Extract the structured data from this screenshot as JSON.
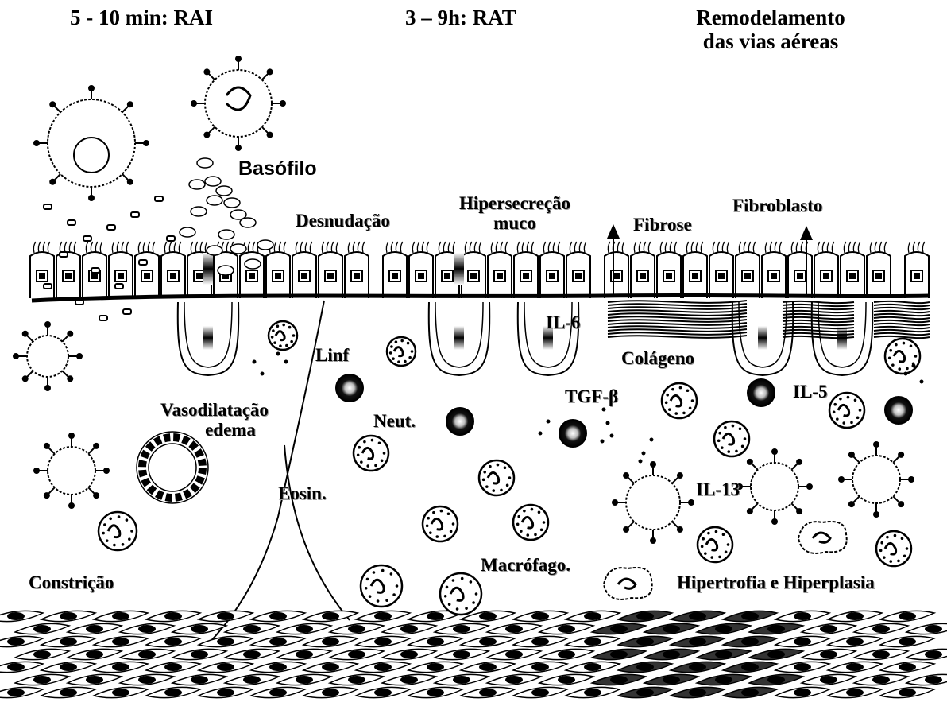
{
  "headers": {
    "rai": "5 - 10 min: RAI",
    "rat": "3 – 9h: RAT",
    "remodel_line1": "Remodelamento",
    "remodel_line2": "das vias aéreas"
  },
  "labels": {
    "basofilo": "Basófilo",
    "desnudacao": "Desnudação",
    "hipersecrecao_line1": "Hipersecreção",
    "hipersecrecao_line2": "muco",
    "fibrose": "Fibrose",
    "fibroblasto": "Fibroblasto",
    "il6": "IL-6",
    "colageno": "Colágeno",
    "linf": "Linf",
    "tgf": "TGF-β",
    "il5": "IL-5",
    "neut": "Neut.",
    "vasodilatacao": "Vasodilatação",
    "edema": "edema",
    "eosin": "Eosin.",
    "il13": "IL-13",
    "macrofago": "Macrófago.",
    "constricao": "Constrição",
    "hipertrofia": "Hipertrofia e Hiperplasia"
  }
}
